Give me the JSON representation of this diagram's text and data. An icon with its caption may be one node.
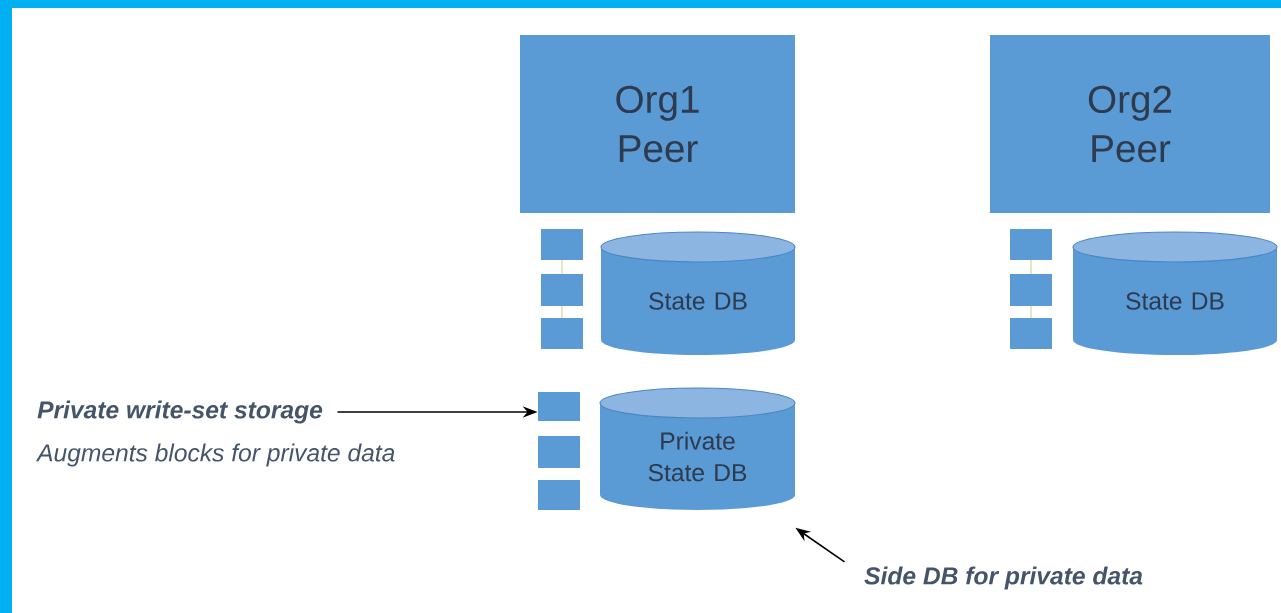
{
  "diagram": {
    "nodes": [
      {
        "text": [
          "Org1 Peer"
        ]
      },
      {
        "text": [
          "Org2 Peer"
        ]
      },
      {
        "text": [
          "State DB"
        ]
      },
      {
        "text": [
          "State DB"
        ]
      },
      {
        "text": [
          "Private write-set storage"
        ],
        "beside": [
          "Augments blocks for private data"
        ]
      },
      {
        "text": [],
        "shape": "box"
      },
      {
        "text": [
          "Private State DB"
        ]
      },
      {
        "text": [
          "Side DB for private data"
        ]
      }
    ],
    "edges": [
      {
        "from": 4,
        "to": 5,
        "arrow": "to"
      },
      {
        "from": 7,
        "to": 6,
        "arrow": "to"
      }
    ]
  }
}
